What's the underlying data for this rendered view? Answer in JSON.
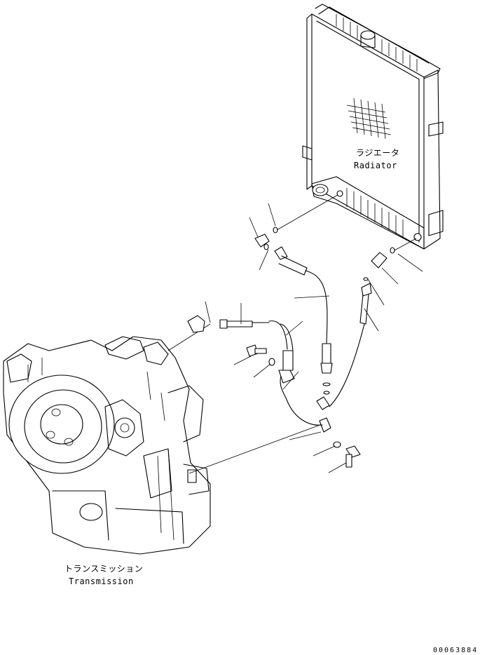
{
  "labels": {
    "radiator_jp": "ラジエータ",
    "radiator_en": "Radiator",
    "transmission_jp": "トランスミッション",
    "transmission_en": "Transmission",
    "drawing_code": "00063884"
  }
}
